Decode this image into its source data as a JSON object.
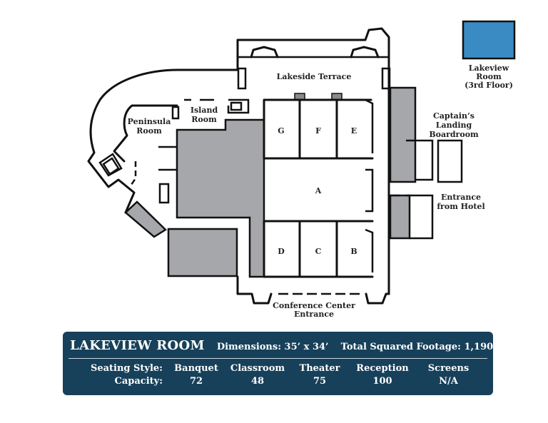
{
  "map": {
    "labels": {
      "lakeside_terrace": "Lakeside Terrace",
      "peninsula_room_1": "Peninsula",
      "peninsula_room_2": "Room",
      "island_room_1": "Island",
      "island_room_2": "Room",
      "room_g": "G",
      "room_f": "F",
      "room_e": "E",
      "room_a": "A",
      "room_d": "D",
      "room_c": "C",
      "room_b": "B",
      "captains_1": "Captain’s",
      "captains_2": "Landing",
      "captains_3": "Boardroom",
      "entrance_hotel_1": "Entrance",
      "entrance_hotel_2": "from Hotel",
      "conf_entrance_1": "Conference Center",
      "conf_entrance_2": "Entrance",
      "lakeview_1": "Lakeview",
      "lakeview_2": "Room",
      "lakeview_3": "(3rd Floor)"
    },
    "colors": {
      "highlight_room": "#3a8bc3",
      "other_area": "#a6a7ab",
      "wall": "#111111"
    }
  },
  "info": {
    "room_name": "LAKEVIEW ROOM",
    "dimensions": "Dimensions: 35’ x 34’",
    "total_sqft": "Total Squared Footage: 1,190",
    "panel_color": "#17405a",
    "row_labels": {
      "seating": "Seating Style:",
      "capacity": "Capacity:"
    },
    "columns": [
      {
        "style": "Banquet",
        "capacity": "72"
      },
      {
        "style": "Classroom",
        "capacity": "48"
      },
      {
        "style": "Theater",
        "capacity": "75"
      },
      {
        "style": "Reception",
        "capacity": "100"
      },
      {
        "style": "Screens",
        "capacity": "N/A"
      }
    ]
  }
}
